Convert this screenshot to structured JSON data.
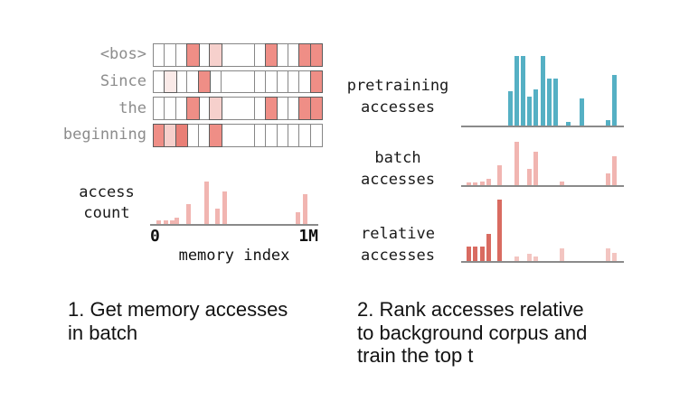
{
  "token_grid": {
    "rows": [
      {
        "token": "<bos>",
        "cells": [
          "w",
          "w",
          "w",
          "m",
          "w",
          "l",
          "wide",
          "w",
          "m",
          "w",
          "w",
          "m",
          "m"
        ]
      },
      {
        "token": "Since",
        "cells": [
          "w",
          "vl",
          "w",
          "w",
          "m",
          "w",
          "wide",
          "w",
          "w",
          "w",
          "w",
          "w",
          "m"
        ]
      },
      {
        "token": "the",
        "cells": [
          "w",
          "w",
          "w",
          "m",
          "w",
          "l",
          "wide",
          "w",
          "m",
          "w",
          "w",
          "m",
          "m"
        ]
      },
      {
        "token": "beginning",
        "cells": [
          "m",
          "l",
          "d",
          "w",
          "w",
          "m",
          "wide",
          "w",
          "w",
          "w",
          "w",
          "w",
          "w"
        ]
      }
    ]
  },
  "access_chart": {
    "ylabel_lines": [
      "access",
      "count"
    ],
    "x_tick_left": "0",
    "x_tick_right": "1M",
    "xlabel": "memory index"
  },
  "right_labels": {
    "pretraining": [
      "pretraining",
      "accesses"
    ],
    "batch": [
      "batch",
      "accesses"
    ],
    "relative": [
      "relative",
      "accesses"
    ]
  },
  "chart_data": [
    {
      "id": "chart-access-count",
      "type": "bar",
      "title": "access count",
      "xlabel": "memory index",
      "x_axis_range": [
        "0",
        "1M"
      ],
      "grid": false,
      "x_frac": [
        0.036,
        0.079,
        0.12,
        0.147,
        0.215,
        0.323,
        0.389,
        0.43,
        0.864,
        0.908
      ],
      "values": [
        0.09,
        0.09,
        0.09,
        0.14,
        0.46,
        1.0,
        0.36,
        0.77,
        0.27,
        0.7
      ],
      "color": "pink"
    },
    {
      "id": "chart-pretraining",
      "type": "bar",
      "title": "pretraining accesses",
      "grid": false,
      "x_frac": [
        0.287,
        0.328,
        0.368,
        0.407,
        0.446,
        0.487,
        0.526,
        0.567,
        0.644,
        0.73,
        0.887,
        0.928
      ],
      "values": [
        0.5,
        1.0,
        1.0,
        0.42,
        0.52,
        1.0,
        0.68,
        0.68,
        0.05,
        0.39,
        0.08,
        0.73
      ],
      "color": "teal"
    },
    {
      "id": "chart-batch",
      "type": "bar",
      "title": "batch accesses",
      "grid": false,
      "x_frac": [
        0.033,
        0.074,
        0.115,
        0.156,
        0.224,
        0.328,
        0.407,
        0.446,
        0.607,
        0.887,
        0.928
      ],
      "values": [
        0.07,
        0.07,
        0.08,
        0.14,
        0.45,
        1.0,
        0.38,
        0.78,
        0.08,
        0.27,
        0.66
      ],
      "color": "pink"
    },
    {
      "id": "chart-relative",
      "type": "bar",
      "title": "relative accesses",
      "grid": false,
      "x_frac": [
        0.033,
        0.074,
        0.115,
        0.156,
        0.224,
        0.328,
        0.407,
        0.446,
        0.607,
        0.887,
        0.928
      ],
      "values": [
        0.24,
        0.24,
        0.24,
        0.44,
        1.0,
        0.07,
        0.12,
        0.07,
        0.2,
        0.2,
        0.14
      ],
      "bar_colors": [
        "red",
        "red",
        "red",
        "red",
        "red",
        "pink_light",
        "pink_light",
        "pink_light",
        "pink_light",
        "pink_light",
        "pink_light"
      ]
    }
  ],
  "captions": {
    "step1_lines": [
      "1. Get memory accesses",
      "in batch"
    ],
    "step2_lines": [
      "2. Rank accesses relative",
      "to background corpus and",
      "train the top t"
    ]
  },
  "colors": {
    "teal": "#55b0c4",
    "pink": "#f1b5b1",
    "pink_light": "#f3c5c1",
    "red": "#d96b61",
    "cell_m": "#ef8e86",
    "cell_l": "#f6d0cc",
    "cell_vl": "#faeae8",
    "cell_d": "#e97f76",
    "cell_w": "#ffffff",
    "axis": "#8a8a8a",
    "token_label_gray": "#8c8c8c"
  }
}
